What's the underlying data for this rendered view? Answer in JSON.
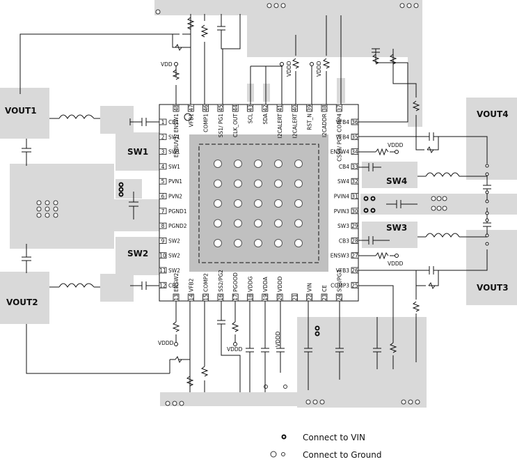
{
  "pins_left": [
    {
      "num": "1",
      "name": "CB1"
    },
    {
      "num": "2",
      "name": "SW1"
    },
    {
      "num": "3",
      "name": "SW1"
    },
    {
      "num": "4",
      "name": "SW1"
    },
    {
      "num": "5",
      "name": "PVN1"
    },
    {
      "num": "6",
      "name": "PVN2"
    },
    {
      "num": "7",
      "name": "PGND1"
    },
    {
      "num": "8",
      "name": "PGND2"
    },
    {
      "num": "9",
      "name": "SW2"
    },
    {
      "num": "10",
      "name": "SW2"
    },
    {
      "num": "11",
      "name": "SW2"
    },
    {
      "num": "12",
      "name": "CB2"
    }
  ],
  "pins_right": [
    {
      "num": "36",
      "name": "VFB4"
    },
    {
      "num": "35",
      "name": "VFB4"
    },
    {
      "num": "34",
      "name": "ENSW4"
    },
    {
      "num": "33",
      "name": "CB4"
    },
    {
      "num": "32",
      "name": "SW4"
    },
    {
      "num": "31",
      "name": "PVIN4"
    },
    {
      "num": "30",
      "name": "PVIN3"
    },
    {
      "num": "29",
      "name": "SW3"
    },
    {
      "num": "28",
      "name": "CB3"
    },
    {
      "num": "27",
      "name": "ENSW3"
    },
    {
      "num": "26",
      "name": "VFB3"
    },
    {
      "num": "25",
      "name": "COMP3"
    }
  ],
  "pins_top": [
    {
      "num": "48",
      "name": "ENBUV1/ ENSW1"
    },
    {
      "num": "47",
      "name": "VFB1"
    },
    {
      "num": "46",
      "name": "COMP1"
    },
    {
      "num": "45",
      "name": "SS1/ PG1"
    },
    {
      "num": "44",
      "name": "CLK_OUT"
    },
    {
      "num": "43",
      "name": "SCL"
    },
    {
      "num": "42",
      "name": "SDA"
    },
    {
      "num": "41",
      "name": "I2CALERT"
    },
    {
      "num": "40",
      "name": "I2CALERT"
    },
    {
      "num": "39",
      "name": "RST_N"
    },
    {
      "num": "38",
      "name": "I2CADDR"
    },
    {
      "num": "37",
      "name": "CSS4/ PG4 COMP4"
    }
  ],
  "pins_bottom": [
    {
      "num": "13",
      "name": "ENSW2"
    },
    {
      "num": "14",
      "name": "VFB2"
    },
    {
      "num": "15",
      "name": "COMP2"
    },
    {
      "num": "16",
      "name": "SS2/PG2"
    },
    {
      "num": "17",
      "name": "PGOOD"
    },
    {
      "num": "18",
      "name": "VDDG"
    },
    {
      "num": "19",
      "name": "VDDA"
    },
    {
      "num": "20",
      "name": "VDDD"
    },
    {
      "num": "21",
      "name": ""
    },
    {
      "num": "22",
      "name": "VIN"
    },
    {
      "num": "23",
      "name": "CE"
    },
    {
      "num": "24",
      "name": "SS3/PG3"
    }
  ],
  "regions": {
    "vout1": "VOUT1",
    "vout2": "VOUT2",
    "vout3": "VOUT3",
    "vout4": "VOUT4",
    "sw1": "SW1",
    "sw2": "SW2",
    "sw3": "SW3",
    "sw4": "SW4"
  },
  "net_labels": {
    "vdd_top_left": "VDD",
    "vddd_top_1": "VDDD",
    "vddd_top_2": "VDDD",
    "vddd_right_1": "VDDD",
    "vddd_right_2": "VDDD",
    "vddd_bottom_1": "VDDD",
    "vddd_bottom_2": "VDDD",
    "vddd_bottom_3": "VDDD"
  },
  "legend": {
    "vin": "Connect to VIN",
    "ground": "Connect to Ground"
  },
  "colors": {
    "copper": "#d9d9d9",
    "chip": "#ffffff",
    "pad": "#c0c0c0"
  }
}
